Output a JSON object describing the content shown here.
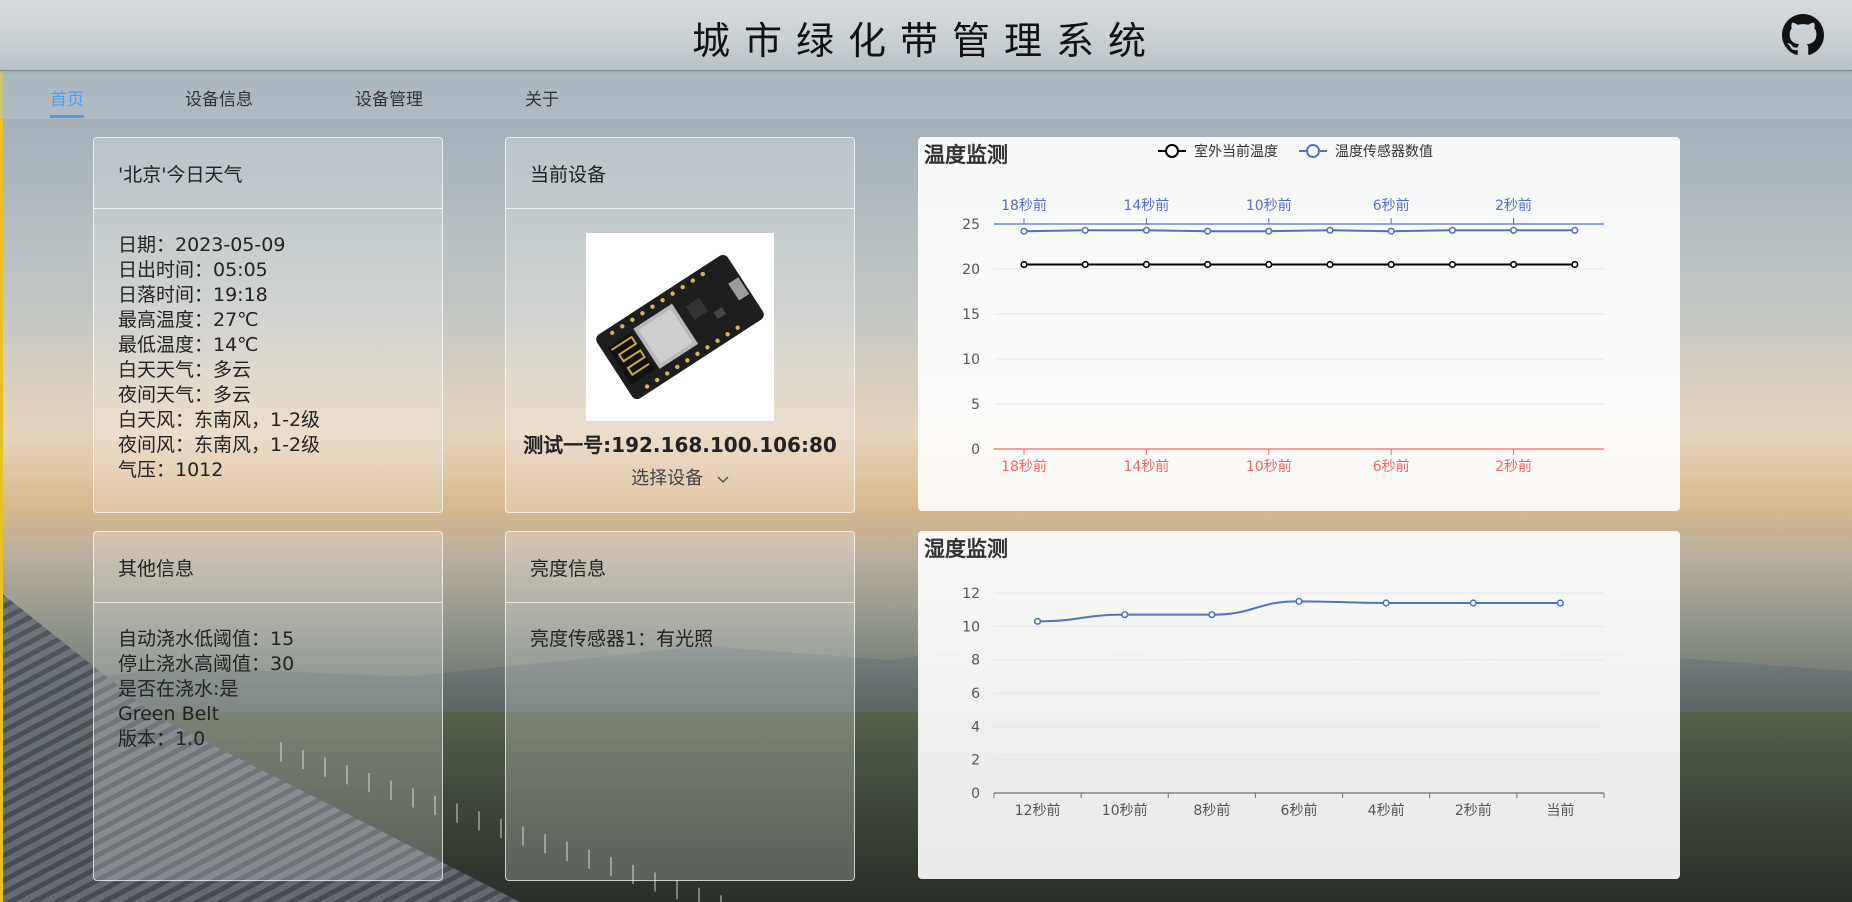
{
  "app": {
    "title": "城市绿化带管理系统"
  },
  "nav": {
    "items": [
      {
        "label": "首页",
        "active": true
      },
      {
        "label": "设备信息",
        "active": false
      },
      {
        "label": "设备管理",
        "active": false
      },
      {
        "label": "关于",
        "active": false
      }
    ]
  },
  "weather": {
    "title": "'北京'今日天气",
    "lines": [
      "日期：2023-05-09",
      "日出时间：05:05",
      "日落时间：19:18",
      "最高温度：27℃",
      "最低温度：14℃",
      "白天天气：多云",
      "夜间天气：多云",
      "白天风：东南风，1-2级",
      "夜间风：东南风，1-2级",
      "气压：1012"
    ]
  },
  "device": {
    "title": "当前设备",
    "name": "测试一号:192.168.100.106:80",
    "select_label": "选择设备"
  },
  "other": {
    "title": "其他信息",
    "lines": [
      "自动浇水低阈值：15",
      "停止浇水高阈值：30",
      "是否在浇水:是",
      "Green Belt",
      "版本：1.0"
    ]
  },
  "light": {
    "title": "亮度信息",
    "lines": [
      "亮度传感器1：有光照"
    ]
  },
  "colors": {
    "accent": "#4a9ff5",
    "sensor": "#5470c6",
    "outdoor": "#000000",
    "axis_red": "#ee6666"
  },
  "chart_data": [
    {
      "type": "line",
      "title": "温度监测",
      "series": [
        {
          "name": "室外当前温度",
          "values": [
            20.5,
            20.5,
            20.5,
            20.5,
            20.5,
            20.5,
            20.5,
            20.5,
            20.5,
            20.5
          ]
        },
        {
          "name": "温度传感器数值",
          "values": [
            24.2,
            24.3,
            24.3,
            24.2,
            24.2,
            24.3,
            24.2,
            24.3,
            24.3,
            24.3
          ]
        }
      ],
      "x_top_ticks": [
        "18秒前",
        "14秒前",
        "10秒前",
        "6秒前",
        "2秒前"
      ],
      "x_bottom_ticks": [
        "18秒前",
        "14秒前",
        "10秒前",
        "6秒前",
        "2秒前"
      ],
      "ylim": [
        0,
        25
      ],
      "yticks": [
        0,
        5,
        10,
        15,
        20,
        25
      ],
      "legend": "top-center",
      "grid": true
    },
    {
      "type": "line",
      "title": "湿度监测",
      "categories": [
        "12秒前",
        "10秒前",
        "8秒前",
        "6秒前",
        "4秒前",
        "2秒前",
        "当前"
      ],
      "series": [
        {
          "values": [
            10.3,
            10.7,
            10.7,
            11.5,
            11.4,
            11.4,
            11.4
          ]
        }
      ],
      "ylim": [
        0,
        12
      ],
      "yticks": [
        0,
        2,
        4,
        6,
        8,
        10,
        12
      ],
      "grid": true
    }
  ]
}
